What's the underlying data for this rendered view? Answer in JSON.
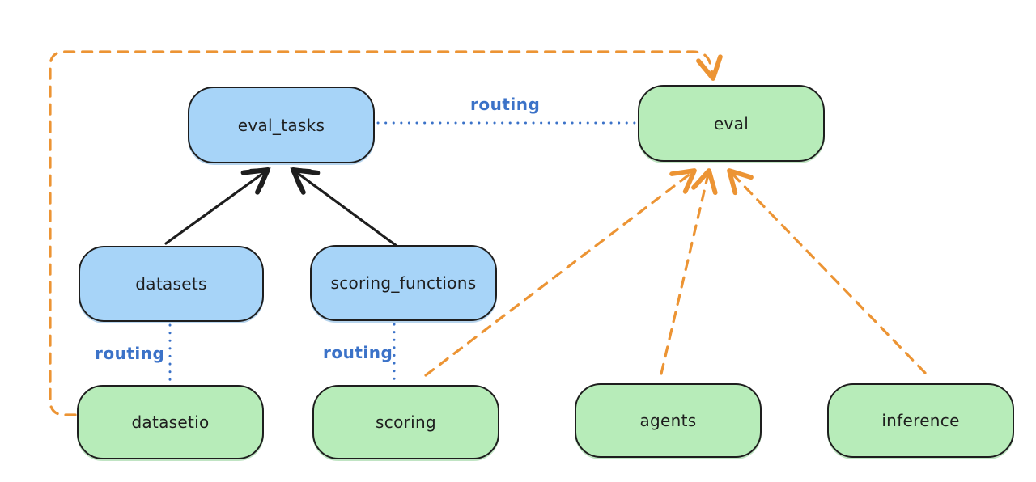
{
  "colors": {
    "node_blue_fill": "#a7d4f8",
    "node_green_fill": "#b7ecb9",
    "node_stroke": "#1e1e1e",
    "routing_line_blue": "#3b72c8",
    "provider_line_orange": "#ec9434",
    "background": "#ffffff"
  },
  "nodes": {
    "eval_tasks": {
      "label": "eval_tasks",
      "color": "blue"
    },
    "eval": {
      "label": "eval",
      "color": "green"
    },
    "datasets": {
      "label": "datasets",
      "color": "blue"
    },
    "scoring_functions": {
      "label": "scoring_functions",
      "color": "blue"
    },
    "datasetio": {
      "label": "datasetio",
      "color": "green"
    },
    "scoring": {
      "label": "scoring",
      "color": "green"
    },
    "agents": {
      "label": "agents",
      "color": "green"
    },
    "inference": {
      "label": "inference",
      "color": "green"
    }
  },
  "edges": [
    {
      "from": "datasets",
      "to": "eval_tasks",
      "style": "solid-black-arrow",
      "label": ""
    },
    {
      "from": "scoring_functions",
      "to": "eval_tasks",
      "style": "solid-black-arrow",
      "label": ""
    },
    {
      "from": "eval_tasks",
      "to": "eval",
      "style": "dotted-blue",
      "label": "routing"
    },
    {
      "from": "datasets",
      "to": "datasetio",
      "style": "dotted-blue",
      "label": "routing"
    },
    {
      "from": "scoring_functions",
      "to": "scoring",
      "style": "dotted-blue",
      "label": "routing"
    },
    {
      "from": "datasetio",
      "to": "eval",
      "style": "dashed-orange-arrow",
      "label": ""
    },
    {
      "from": "scoring",
      "to": "eval",
      "style": "dashed-orange-arrow",
      "label": ""
    },
    {
      "from": "agents",
      "to": "eval",
      "style": "dashed-orange-arrow",
      "label": ""
    },
    {
      "from": "inference",
      "to": "eval",
      "style": "dashed-orange-arrow",
      "label": ""
    }
  ]
}
